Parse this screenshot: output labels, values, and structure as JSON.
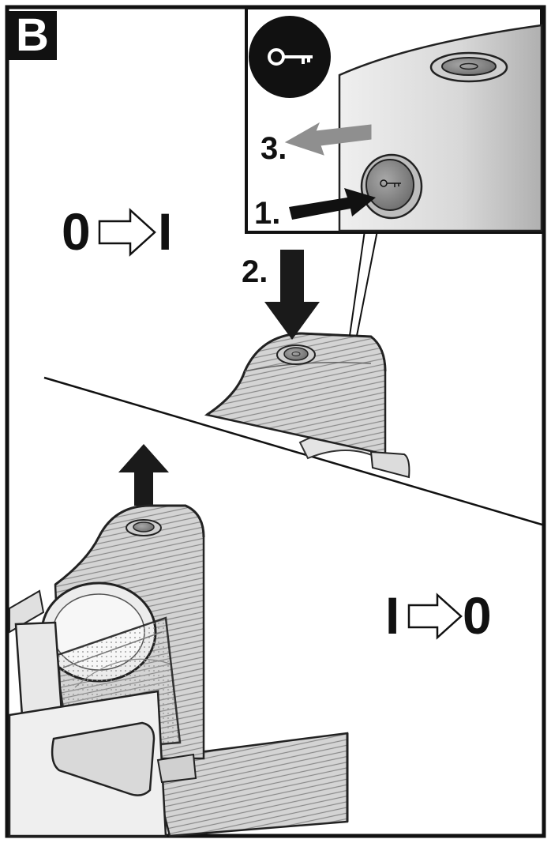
{
  "panel": {
    "letter": "B"
  },
  "inset": {
    "badge_icon": "key-icon",
    "steps": [
      {
        "label": "1."
      },
      {
        "label": "2."
      },
      {
        "label": "3."
      }
    ]
  },
  "switch_on": {
    "from": "0",
    "to": "I",
    "arrow_icon": "arrow-right-outline-icon"
  },
  "switch_off": {
    "from": "I",
    "to": "0",
    "arrow_icon": "arrow-right-outline-icon"
  },
  "colors": {
    "ink": "#111111",
    "device_body": "#d9d9d9",
    "device_shade": "#b8b8b8",
    "button_fill": "#8c8c8c",
    "background": "#ffffff"
  }
}
